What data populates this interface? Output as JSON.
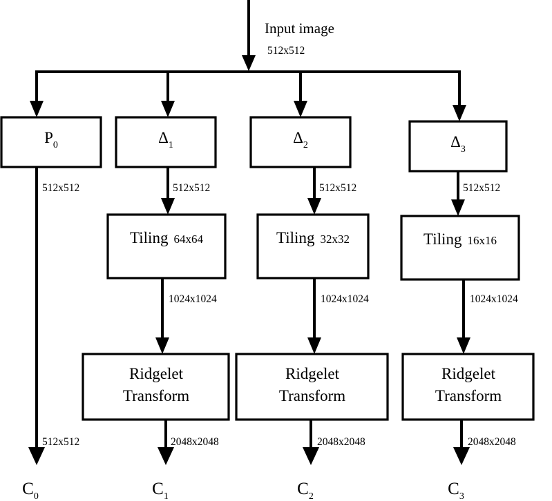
{
  "diagram": {
    "title": "Input image",
    "title_size": "512x512",
    "stage_boxes": [
      {
        "label": "P",
        "sub": "0"
      },
      {
        "label": "Δ",
        "sub": "1"
      },
      {
        "label": "Δ",
        "sub": "2"
      },
      {
        "label": "Δ",
        "sub": "3"
      }
    ],
    "tiling_boxes": [
      {
        "label": "Tiling",
        "size": "64x64"
      },
      {
        "label": "Tiling",
        "size": "32x32"
      },
      {
        "label": "Tiling",
        "size": "16x16"
      }
    ],
    "transform_boxes": [
      {
        "line1": "Ridgelet",
        "line2": "Transform"
      },
      {
        "line1": "Ridgelet",
        "line2": "Transform"
      },
      {
        "line1": "Ridgelet",
        "line2": "Transform"
      }
    ],
    "edge_labels_stage_to_tiling": [
      "512x512",
      "512x512",
      "512x512"
    ],
    "edge_labels_tiling_to_transform": [
      "1024x1024",
      "1024x1024",
      "1024x1024"
    ],
    "edge_labels_output": [
      "512x512",
      "2048x2048",
      "2048x2048",
      "2048x2048"
    ],
    "output_nodes": [
      {
        "label": "C",
        "sub": "0"
      },
      {
        "label": "C",
        "sub": "1"
      },
      {
        "label": "C",
        "sub": "2"
      },
      {
        "label": "C",
        "sub": "3"
      }
    ],
    "colors": {
      "stroke": "#000000",
      "fill": "#ffffff",
      "text": "#000000"
    }
  }
}
